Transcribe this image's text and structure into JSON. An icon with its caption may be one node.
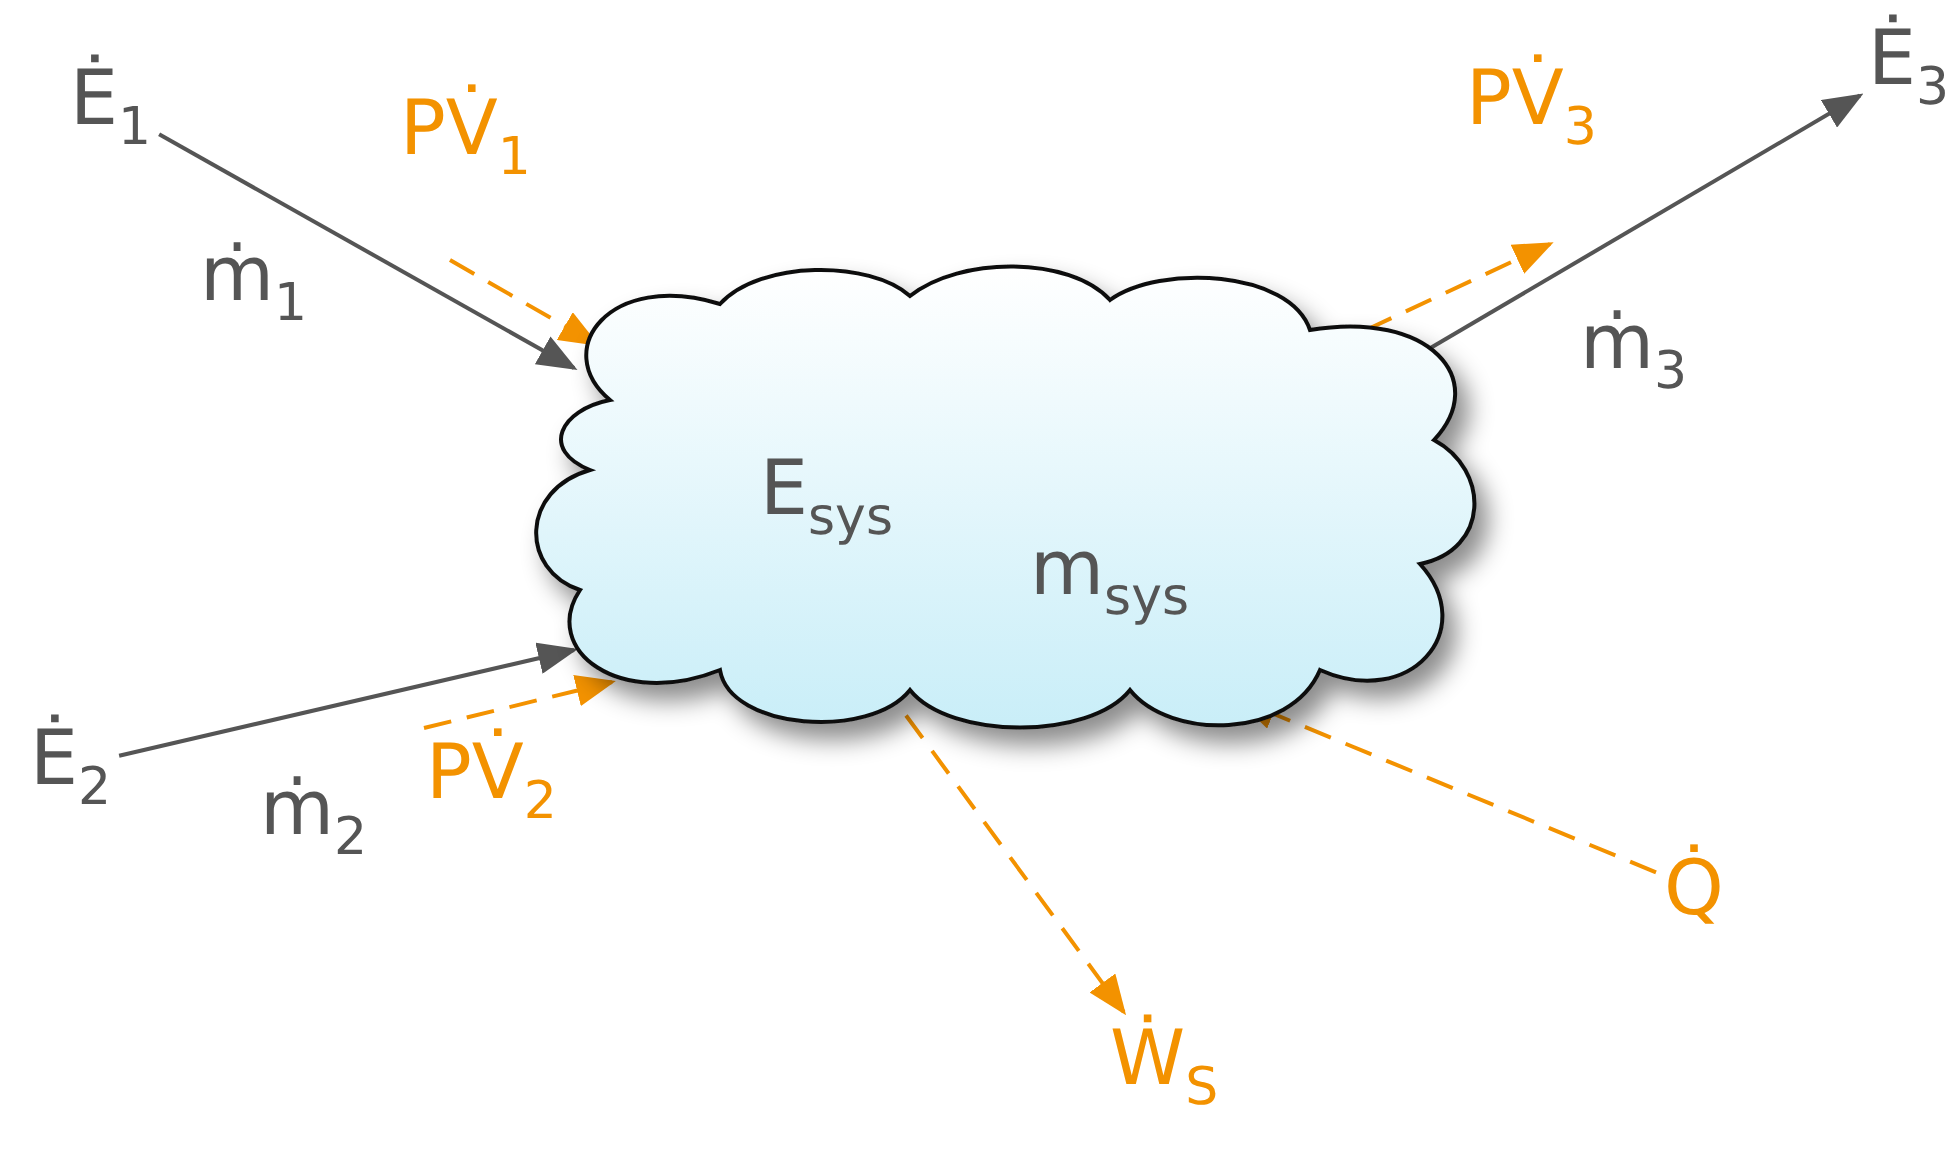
{
  "diagram": {
    "nodes": [
      {
        "text": [
          "E$_{sys}$",
          "m$_{sys}$"
        ]
      },
      {
        "text": [
          "Ė$_{1}$"
        ]
      },
      {
        "text": [
          "Ė$_{2}$"
        ]
      },
      {
        "text": [
          "Ė$_{3}$"
        ]
      },
      {
        "text": [
          "Q̇"
        ]
      },
      {
        "text": [
          "Ẇ$_{S}$"
        ]
      }
    ],
    "edges": [
      {
        "from": 1,
        "to": 0,
        "arrow": "to",
        "label": "ṁ$_{1}$",
        "color": "#555555"
      },
      {
        "from": 2,
        "to": 0,
        "arrow": "to",
        "label": "ṁ$_{2}$",
        "color": "#555555"
      },
      {
        "from": 0,
        "to": 3,
        "arrow": "to",
        "label": "ṁ$_{3}$",
        "color": "#555555"
      },
      {
        "from": null,
        "to": 0,
        "arrow": "to",
        "label": "PV̇$_{1}$",
        "style": "dashed"
      },
      {
        "from": null,
        "to": 0,
        "arrow": "to",
        "label": "PV̇$_{2}$",
        "style": "dashed"
      },
      {
        "from": 0,
        "to": null,
        "arrow": "to",
        "label": "PV̇$_{3}$",
        "style": "dashed"
      },
      {
        "from": 4,
        "to": 0,
        "arrow": "to",
        "style": "dashed"
      },
      {
        "from": 0,
        "to": 5,
        "arrow": "to",
        "style": "dashed"
      }
    ]
  }
}
